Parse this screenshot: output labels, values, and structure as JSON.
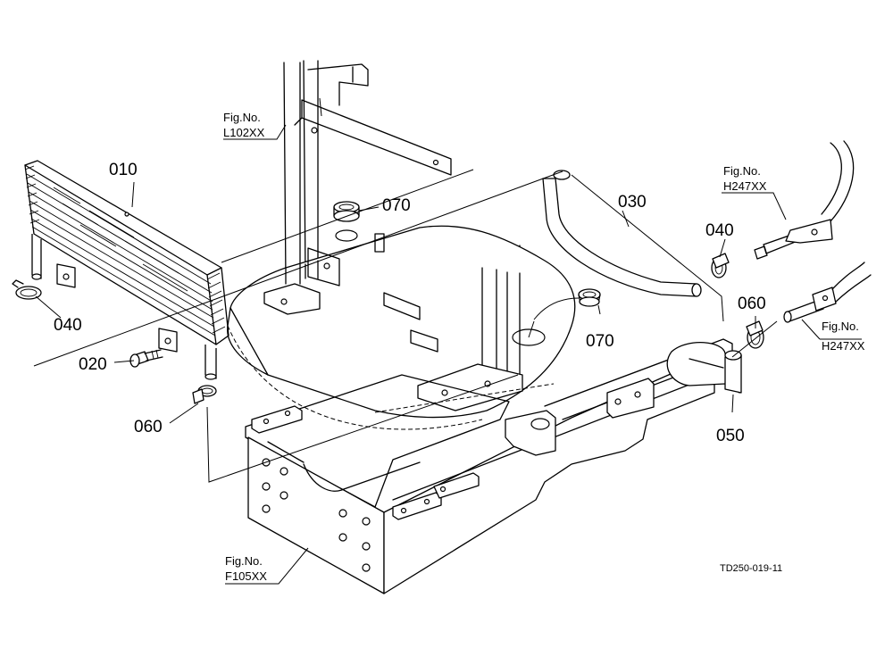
{
  "part_labels": {
    "p010": "010",
    "p020": "020",
    "p030": "030",
    "p040_left": "040",
    "p040_right": "040",
    "p050": "050",
    "p060_left": "060",
    "p060_right": "060",
    "p070_top": "070",
    "p070_mid": "070"
  },
  "figure_refs": {
    "frame_upper": {
      "line1": "Fig.No.",
      "line2": "L102XX"
    },
    "hose_upper": {
      "line1": "Fig.No.",
      "line2": "H247XX"
    },
    "hose_lower": {
      "line1": "Fig.No.",
      "line2": "H247XX"
    },
    "frame_lower": {
      "line1": "Fig.No.",
      "line2": "F105XX"
    }
  },
  "drawing_code": "TD250-019-11"
}
